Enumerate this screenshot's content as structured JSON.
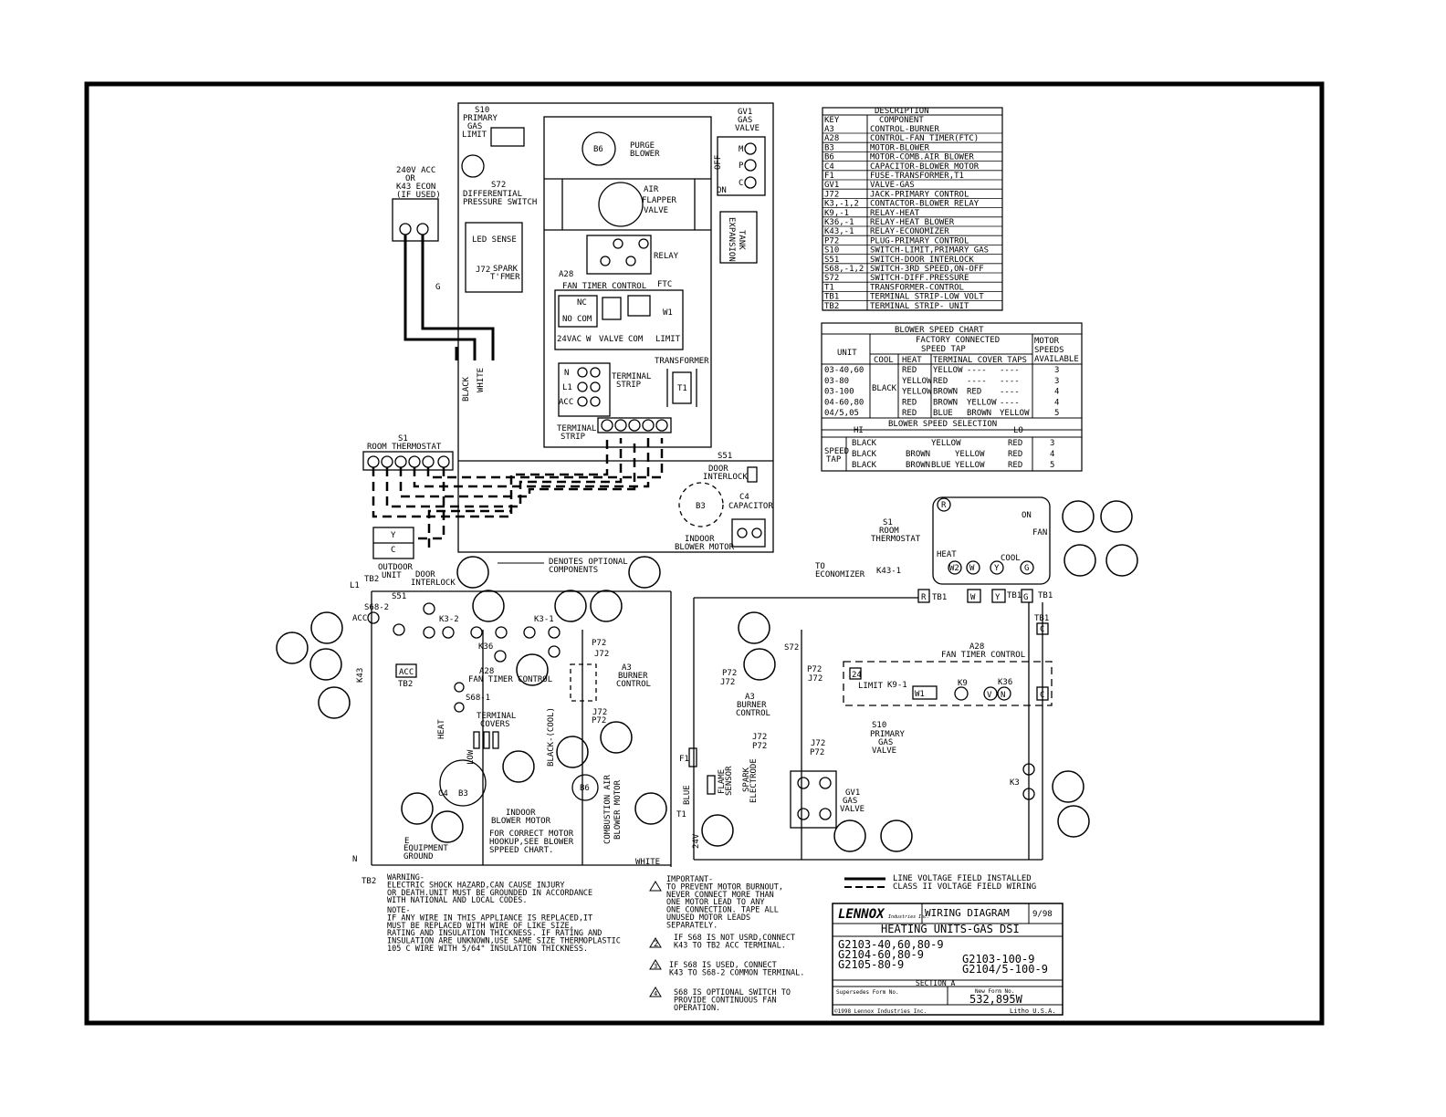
{
  "component_legend": {
    "title": "DESCRIPTION",
    "header": {
      "key": "KEY",
      "component": "COMPONENT"
    },
    "rows": [
      {
        "key": "A3",
        "component": "CONTROL-BURNER"
      },
      {
        "key": "A28",
        "component": "CONTROL-FAN TIMER(FTC)"
      },
      {
        "key": "B3",
        "component": "MOTOR-BLOWER"
      },
      {
        "key": "B6",
        "component": "MOTOR-COMB.AIR BLOWER"
      },
      {
        "key": "C4",
        "component": "CAPACITOR-BLOWER MOTOR"
      },
      {
        "key": "F1",
        "component": "FUSE-TRANSFORMER,T1"
      },
      {
        "key": "GV1",
        "component": "VALVE-GAS"
      },
      {
        "key": "J72",
        "component": "JACK-PRIMARY CONTROL"
      },
      {
        "key": "K3,-1,2",
        "component": "CONTACTOR-BLOWER RELAY"
      },
      {
        "key": "K9,-1",
        "component": "RELAY-HEAT"
      },
      {
        "key": "K36,-1",
        "component": "RELAY-HEAT BLOWER"
      },
      {
        "key": "K43,-1",
        "component": "RELAY-ECONOMIZER"
      },
      {
        "key": "P72",
        "component": "PLUG-PRIMARY CONTROL"
      },
      {
        "key": "S10",
        "component": "SWITCH-LIMIT,PRIMARY GAS"
      },
      {
        "key": "S51",
        "component": "SWITCH-DOOR INTERLOCK"
      },
      {
        "key": "S68,-1,2",
        "component": "SWITCH-3RD SPEED,ON-OFF"
      },
      {
        "key": "S72",
        "component": "SWITCH-DIFF.PRESSURE"
      },
      {
        "key": "T1",
        "component": "TRANSFORMER-CONTROL"
      },
      {
        "key": "TB1",
        "component": "TERMINAL STRIP-LOW VOLT"
      },
      {
        "key": "TB2",
        "component": "TERMINAL STRIP- UNIT"
      }
    ]
  },
  "blower_speed_chart": {
    "title": "BLOWER SPEED CHART",
    "unit_label": "UNIT",
    "factory_label_1": "FACTORY CONNECTED",
    "factory_label_2": "SPEED TAP",
    "motor_label_1": "MOTOR",
    "motor_label_2": "SPEEDS",
    "motor_label_3": "AVAILABLE",
    "cool_label": "COOL",
    "heat_label": "HEAT",
    "cover_label": "TERMINAL COVER TAPS",
    "cool_value": "BLACK",
    "rows": [
      {
        "unit": "03-40,60",
        "heat": "RED",
        "c1": "YELLOW",
        "c2": "----",
        "c3": "----",
        "speeds": "3"
      },
      {
        "unit": "03-80",
        "heat": "YELLOW",
        "c1": "RED",
        "c2": "----",
        "c3": "----",
        "speeds": "3"
      },
      {
        "unit": "03-100",
        "heat": "YELLOW",
        "c1": "BROWN",
        "c2": "RED",
        "c3": "----",
        "speeds": "4"
      },
      {
        "unit": "04-60,80",
        "heat": "RED",
        "c1": "BROWN",
        "c2": "YELLOW",
        "c3": "----",
        "speeds": "4"
      },
      {
        "unit": "04/5,05",
        "heat": "RED",
        "c1": "BLUE",
        "c2": "BROWN",
        "c3": "YELLOW",
        "speeds": "5"
      }
    ],
    "selection_label": "BLOWER SPEED SELECTION",
    "hi": "HI",
    "lo": "LO",
    "speed_tap_1": "SPEED",
    "speed_tap_2": "TAP",
    "selection_rows": [
      [
        "BLACK",
        "",
        "YELLOW",
        "",
        "RED",
        "3"
      ],
      [
        "BLACK",
        "BROWN",
        "",
        "YELLOW",
        "RED",
        "4"
      ],
      [
        "BLACK",
        "BROWN",
        "BLUE",
        "YELLOW",
        "RED",
        "5"
      ]
    ]
  },
  "labels": {
    "s10": "S10",
    "primary": "PRIMARY",
    "gas": "GAS",
    "limit": "LIMIT",
    "s72": "S72",
    "diff_1": "DIFFERENTIAL",
    "diff_2": "PRESSURE SWITCH",
    "supply_1": "240V ACC",
    "supply_2": "OR",
    "supply_3": "K43 ECON",
    "supply_4": "(IF USED)",
    "led_sense": "LED SENSE",
    "j72": "J72",
    "spark_1": "SPARK",
    "spark_2": "T'FMER",
    "b6": "B6",
    "purge_1": "PURGE",
    "purge_2": "BLOWER",
    "air_1": "AIR",
    "air_2": "FLAPPER",
    "air_3": "VALVE",
    "relay": "RELAY",
    "a28": "A28",
    "fan_timer_control": "FAN TIMER CONTROL",
    "ftc": "FTC",
    "nc": "NC",
    "no": "NO",
    "com": "COM",
    "w1": "W1",
    "vac24": "24VAC",
    "w": "W",
    "valve": "VALVE",
    "com2": "COM",
    "limit2": "LIMIT",
    "transformer": "TRANSFORMER",
    "t1": "T1",
    "n": "N",
    "l1": "L1",
    "acc": "ACC",
    "terminal_1": "TERMINAL",
    "terminal_2": "STRIP",
    "strip_1": "TERMINAL",
    "strip_2": "STRIP",
    "gv1": "GV1",
    "gas_valve": "VALVE",
    "gas2": "GAS",
    "m": "M",
    "p": "P",
    "c": "C",
    "off": "OFF",
    "on": "ON",
    "expansion_1": "EXPANSION",
    "expansion_2": "TANK",
    "g": "G",
    "black": "BLACK",
    "white": "WHITE",
    "s1": "S1",
    "room_thermostat": "ROOM THERMOSTAT",
    "s51": "S51",
    "door_1": "DOOR",
    "door_2": "INTERLOCK",
    "b3": "B3",
    "c4": "C4",
    "capacitor": "CAPACITOR",
    "indoor_1": "INDOOR",
    "indoor_2": "BLOWER MOTOR",
    "y": "Y",
    "outdoor_1": "OUTDOOR",
    "outdoor_2": "UNIT",
    "denotes_1": "DENOTES OPTIONAL",
    "denotes_2": "COMPONENTS",
    "tb2": "TB2",
    "s68_2": "S68-2",
    "k43": "K43",
    "k3_2": "K3-2",
    "k3_1": "K3-1",
    "k36": "K36",
    "s68_1": "S68-1",
    "heat": "HEAT",
    "low": "LOW",
    "black_cool": "BLACK-(COOL)",
    "covers_1": "TERMINAL",
    "covers_2": "COVERS",
    "p72": "P72",
    "a3": "A3",
    "burner_1": "BURNER",
    "burner_2": "CONTROL",
    "combustion_1": "COMBUSTION AIR",
    "combustion_2": "BLOWER MOTOR",
    "hookup_1": "FOR CORRECT MOTOR",
    "hookup_2": "HOOKUP,SEE BLOWER",
    "hookup_3": "SPPEED CHART.",
    "equipment_1": "EQUIPMENT",
    "equipment_2": "GROUND",
    "e": "E",
    "f1": "F1",
    "blue": "BLUE",
    "v24": "24V",
    "flame_1": "FLAME",
    "flame_2": "SENSOR",
    "spark_e_1": "SPARK",
    "spark_e_2": "ELECTRODE",
    "to_1": "TO",
    "to_2": "ECONOMIZER",
    "k43_1": "K43-1",
    "room_1": "ROOM",
    "room_2": "THERMOSTAT",
    "r": "R",
    "fan": "FAN",
    "cool": "COOL",
    "w2": "W2",
    "tb1": "TB1",
    "k9_1": "K9-1",
    "k9": "K9",
    "k3": "K3",
    "b6_2": "B6",
    "s10_1": "S10",
    "s10_2": "PRIMARY",
    "s10_3": "GAS",
    "s10_4": "VALVE",
    "v": "V",
    "n_c": "N"
  },
  "notes": {
    "warning": [
      "WARNING-",
      "ELECTRIC SHOCK HAZARD,CAN CAUSE INJURY",
      "OR DEATH.UNIT MUST BE GROUNDED IN ACCORDANCE",
      "WITH NATIONAL AND LOCAL CODES."
    ],
    "note": [
      "NOTE-",
      "IF ANY WIRE IN THIS APPLIANCE IS REPLACED,IT",
      "MUST BE REPLACED WITH WIRE OF LIKE SIZE,",
      "RATING AND INSULATION THICKNESS. IF RATING AND",
      "INSULATION ARE UNKNOWN,USE SAME SIZE THERMOPLASTIC",
      "105  C WIRE WITH 5/64\" INSULATION THICKNESS."
    ],
    "important": [
      "IMPORTANT-",
      "TO PREVENT MOTOR BURNOUT,",
      "NEVER CONNECT MORE THAN",
      "ONE MOTOR LEAD TO ANY",
      "ONE CONNECTION. TAPE ALL",
      "UNUSED MOTOR LEADS",
      "SEPARATELY."
    ],
    "n2": [
      "IF S68 IS NOT USRD,CONNECT",
      "K43 TO TB2 ACC TERMINAL."
    ],
    "n3": [
      "IF S68 IS USED, CONNECT",
      "K43 TO S68-2 COMMON TERMINAL."
    ],
    "n4": [
      "S68 IS OPTIONAL SWITCH TO",
      "PROVIDE CONTINUOUS FAN",
      "OPERATION."
    ],
    "m2": "2",
    "m3": "3",
    "m4": "4"
  },
  "line_legend": {
    "line_voltage": "LINE VOLTAGE FIELD INSTALLED",
    "class_ii": "CLASS II VOLTAGE FIELD WIRING"
  },
  "title_block": {
    "brand": "LENNOX",
    "brand_sub": "Industries Inc.",
    "doc_type": "WIRING DIAGRAM",
    "date": "9/98",
    "title": "HEATING UNITS-GAS DSI",
    "models_left": [
      "G2103-40,60,80-9",
      "G2104-60,80-9",
      "G2105-80-9"
    ],
    "models_right": [
      "G2103-100-9",
      "G2104/5-100-9"
    ],
    "section": "SECTION A",
    "supersedes_label": "Supersedes Form No.",
    "new_form_label": "New Form No.",
    "new_form_no": "532,895W",
    "copyright": "©1998 Lennox Industries Inc.",
    "litho": "Litho U.S.A."
  }
}
